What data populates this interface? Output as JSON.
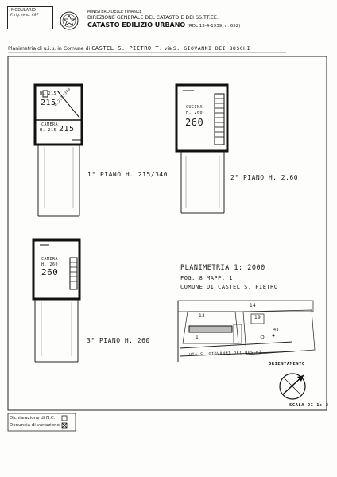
{
  "header": {
    "modulo_label": "MODULARIO",
    "modulo_code": "F. rig. rend. 497",
    "ministry": "MINISTERO DELLE FINANZE",
    "direction": "DIREZIONE GENERALE DEL CATASTO E DEI SS.TT.EE.",
    "catasto_title": "CATASTO EDILIZIO URBANO",
    "law_ref": "(RDL 13-4-1939, n. 652)"
  },
  "planimetria_line": {
    "prefix": "Planimetria di u.i.u. in Comune di",
    "comune": "CASTEL S. PIETRO T.",
    "via_label": "via",
    "via": "S. GIOVANNI DEI BOSCHI"
  },
  "plans": {
    "first": {
      "room1_code": "H. 215",
      "room1_value": "215",
      "room2_name": "CAMERA",
      "room2_code": "H. 215",
      "room2_value": "215",
      "diag_code": "H.215/340",
      "label": "1° PIANO H. 215/340"
    },
    "second": {
      "room_name": "CUCINA",
      "room_code": "H. 260",
      "room_value": "260",
      "label": "2° PIANO H. 2.60"
    },
    "third": {
      "room_name": "CAMERA",
      "room_code": "H. 260",
      "room_value": "260",
      "label": "3° PIANO H. 260"
    }
  },
  "planimetria_note": {
    "line1": "PLANIMETRIA 1: 2000",
    "line2": "FOG. 8  MAPP. 1",
    "line3": "COMUNE DI CASTEL S. PIETRO"
  },
  "site_map": {
    "num_a": "14",
    "num_b": "13",
    "num_c": "1",
    "num_d": "19",
    "num_e": "48",
    "road_label": "VIA S. GIOVANNI DEI BOSCHI"
  },
  "orientamento": "ORIENTAMENTO",
  "scala": "SCALA DI 1: 2",
  "footer": {
    "dichiarazione": "Dichiarazione di N.C.",
    "denuncia": "Denuncia di variazione"
  }
}
